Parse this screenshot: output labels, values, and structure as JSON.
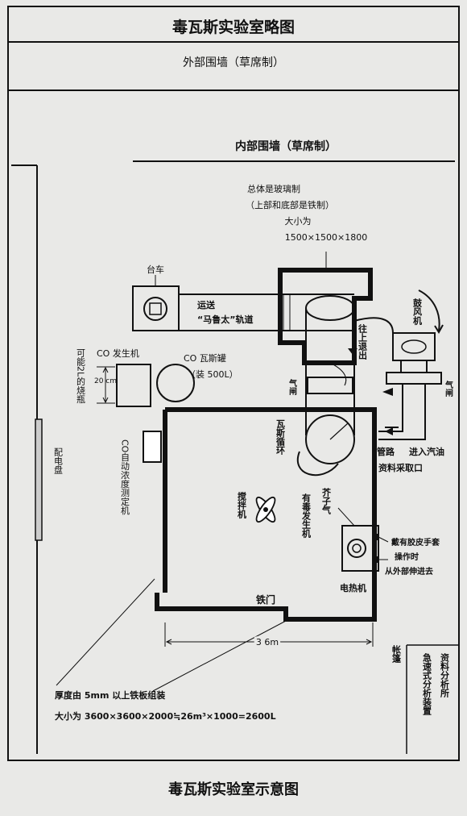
{
  "title": "毒瓦斯实验室略图",
  "caption": "毒瓦斯实验室示意图",
  "outer_wall": "外部围墙（草席制）",
  "inner_wall": "内部围墙（草席制）",
  "chamber": {
    "material": "总体是玻璃制",
    "material_note": "（上部和底部是铁制）",
    "size_label": "大小为",
    "size": "1500×1500×1800"
  },
  "cart": "台车",
  "track_line1": "运送",
  "track_line2": "“马鲁太”轨道",
  "co_generator": "CO 发生机",
  "cable_side": "可能2L的烧瓶",
  "cable_dim": "20 cm",
  "co_tank_line1": "CO 瓦斯罐",
  "co_tank_line2": "（装 500L）",
  "power_panel": "配电盘",
  "co_meter": "CO自动浓度测定机",
  "gas_circulation": "瓦斯循环",
  "stirrer": "搅拌机",
  "toxic_generator": "有毒发生机",
  "mustard_gas": "芥子气",
  "inject": "往上退出",
  "gas_left": "气闸",
  "gas_right": "气闸",
  "fan": "鼓风机",
  "pipe_label": "管路",
  "sample_line1": "进入汽油",
  "sample_line2": "资料采取口",
  "glove_line1": "戴有胶皮手套",
  "glove_line2": "操作时",
  "glove_line3": "从外部伸进去",
  "heater": "电热机",
  "iron_door": "铁门",
  "dimension": "3 6m",
  "thickness_label": "厚度由 5mm 以上铁板组装",
  "volume_label": "大小为 3600×3600×2000≒26m³×1000=2600L",
  "curtain": "帐篷",
  "analysis": "资料分析所",
  "analysis_device": "急速式分析装置"
}
